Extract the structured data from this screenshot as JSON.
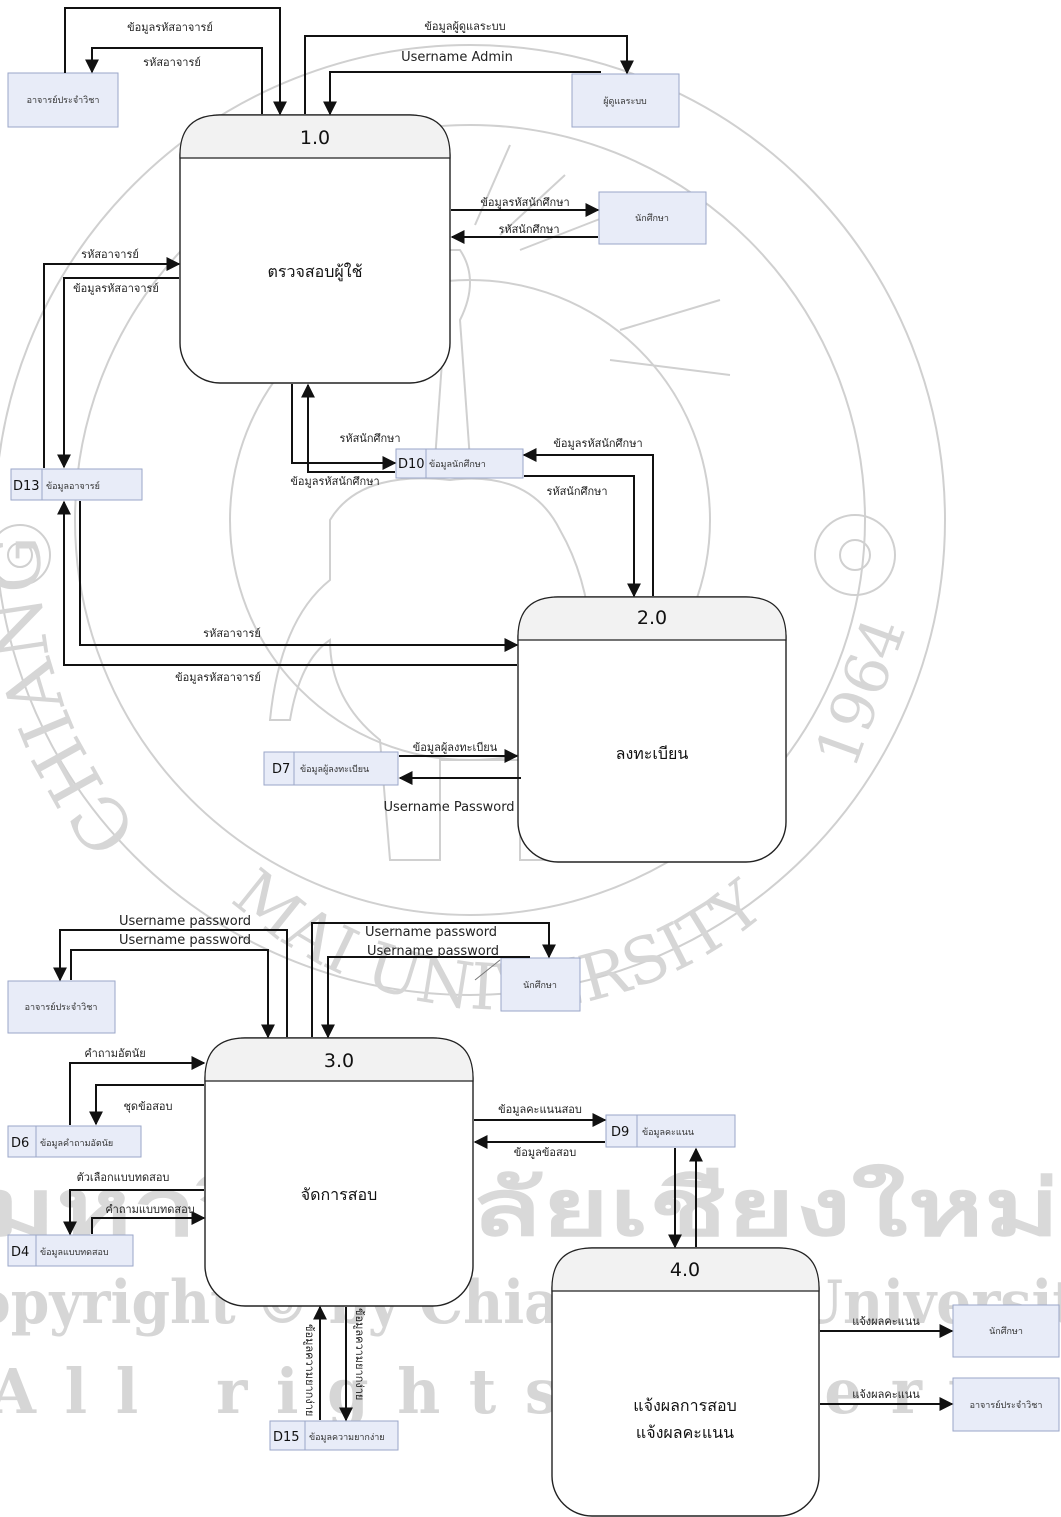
{
  "watermark": {
    "arc_text_left": "CHIANG",
    "arc_text_bottom": "MAI UNIVERSITY",
    "year": "1964",
    "thai_university": "มหาวิทยาลัยเชียงใหม่",
    "copyright_line": "Copyright © by Chiang Mai University",
    "rights_line": "All rights reserved"
  },
  "processes": [
    {
      "id": "1.0",
      "name": "ตรวจสอบผู้ใช้",
      "subtitle": ""
    },
    {
      "id": "2.0",
      "name": "ลงทะเบียน",
      "subtitle": ""
    },
    {
      "id": "3.0",
      "name": "จัดการสอบ",
      "subtitle": ""
    },
    {
      "id": "4.0",
      "name": "แจ้งผลการสอบ",
      "subtitle": "แจ้งผลคะแนน"
    }
  ],
  "entities": {
    "teacher_top": "อาจารย์ประจำวิชา",
    "admin": "ผู้ดูแลระบบ",
    "student_top": "นักศึกษา",
    "teacher_mid": "อาจารย์ประจำวิชา",
    "student_mid": "นักศึกษา",
    "student_bottom": "นักศึกษา",
    "teacher_bottom": "อาจารย์ประจำวิชา"
  },
  "stores": {
    "d13": {
      "id": "D13",
      "name": "ข้อมูลอาจารย์"
    },
    "d10": {
      "id": "D10",
      "name": "ข้อมูลนักศึกษา"
    },
    "d7": {
      "id": "D7",
      "name": "ข้อมูลผู้ลงทะเบียน"
    },
    "d6": {
      "id": "D6",
      "name": "ข้อมูลคำถามอัตนัย"
    },
    "d4": {
      "id": "D4",
      "name": "ข้อมูลแบบทดสอบ"
    },
    "d9": {
      "id": "D9",
      "name": "ข้อมูลคะแนน"
    },
    "d15": {
      "id": "D15",
      "name": "ข้อมูลความยากง่าย"
    }
  },
  "flows": {
    "teacher_data_up": "ข้อมูลรหัสอาจารย์",
    "teacher_id_down": "รหัสอาจารย์",
    "admin_data": "ข้อมูลผู้ดูแลระบบ",
    "username_admin": "Username Admin",
    "student_data_out": "ข้อมูลรหัสนักศึกษา",
    "student_id_in": "รหัสนักศึกษา",
    "d13_teacher_id": "รหัสอาจารย์",
    "d13_teacher_data": "ข้อมูลรหัสอาจารย์",
    "p1_d10_id": "รหัสนักศึกษา",
    "p1_d10_data": "ข้อมูลรหัสนักศึกษา",
    "p2_d10_data": "ข้อมูลรหัสนักศึกษา",
    "p2_d10_id": "รหัสนักศึกษา",
    "p2_d13_id": "รหัสอาจารย์",
    "p2_d13_data": "ข้อมูลรหัสอาจารย์",
    "register_data": "ข้อมูลผู้ลงทะเบียน",
    "username_password_p2": "Username Password",
    "teacher_up_1": "Username password",
    "teacher_up_2": "Username password",
    "student_up_1": "Username password",
    "student_up_2": "Username password",
    "subjective_q": "คำถามอัตนัย",
    "exam_set": "ชุดข้อสอบ",
    "test_options": "ตัวเลือกแบบทดสอบ",
    "test_questions": "คำถามแบบทดสอบ",
    "score_data": "ข้อมูลคะแนนสอบ",
    "exam_data": "ข้อมูลข้อสอบ",
    "difficulty_left": "ข้อมูลความยากง่าย",
    "difficulty_right": "ข้อมูลความยากง่าย",
    "notify_student": "แจ้งผลคะแนน",
    "notify_teacher": "แจ้งผลคะแนน"
  }
}
